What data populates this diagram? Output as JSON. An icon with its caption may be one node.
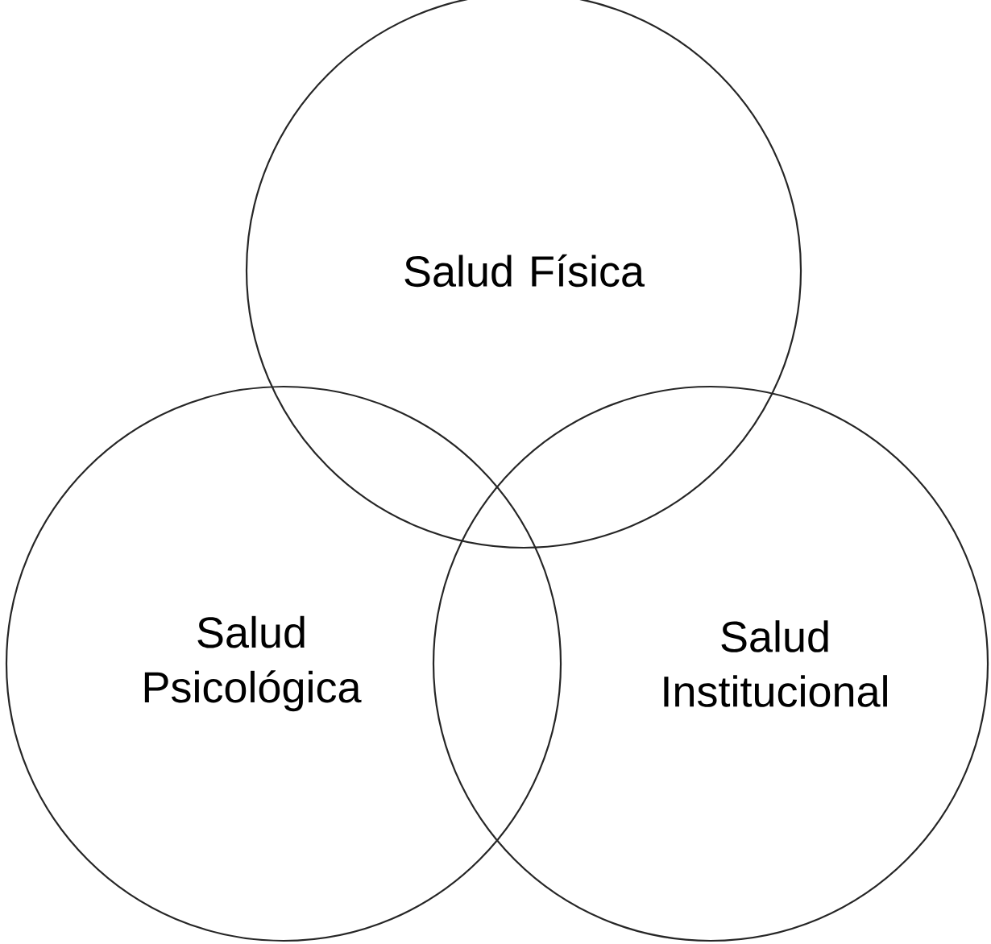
{
  "diagram": {
    "nodes": [
      {
        "text": [
          "Salud Física"
        ]
      },
      {
        "text": [
          "Salud Psicológica"
        ]
      },
      {
        "text": [
          "Salud Institucional"
        ]
      }
    ]
  }
}
